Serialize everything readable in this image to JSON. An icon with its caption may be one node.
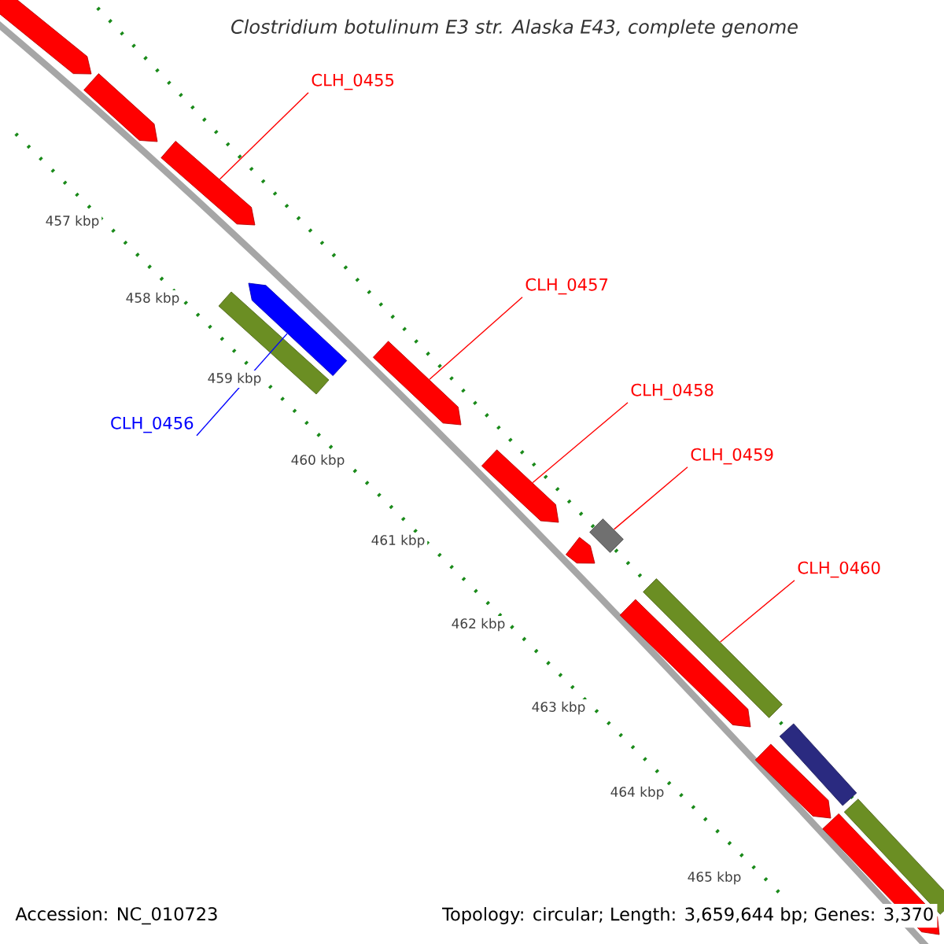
{
  "diagram": {
    "title": "*Clostridium botulinum* *E3 str. Alaska E43, complete genome*",
    "nodes": [
      {
        "text": [
          "CLH_0455"
        ]
      },
      {
        "text": [
          "CLH_0457"
        ]
      },
      {
        "text": [
          "CLH_0458"
        ]
      },
      {
        "text": [
          "CLH_0456"
        ]
      },
      {
        "text": [
          "CLH_0459"
        ]
      },
      {
        "text": [
          "CLH_0460"
        ]
      },
      {
        "text": [],
        "shape": "arrow"
      },
      {
        "text": [],
        "shape": "arrow"
      },
      {
        "text": [],
        "shape": "arrow"
      },
      {
        "text": [],
        "shape": "arrow"
      },
      {
        "text": [],
        "shape": "bar"
      },
      {
        "text": [],
        "shape": "arrow"
      },
      {
        "text": [],
        "shape": "arrow"
      },
      {
        "text": [],
        "shape": "bar"
      },
      {
        "text": [],
        "shape": "arrow"
      },
      {
        "text": [],
        "shape": "bar"
      },
      {
        "text": [],
        "shape": "arrow"
      },
      {
        "text": [],
        "shape": "bar"
      },
      {
        "text": [],
        "shape": "arrow"
      },
      {
        "text": [],
        "shape": "bar"
      },
      {
        "text": [],
        "shape": "arrow"
      }
    ],
    "edges": [
      {
        "from": 0,
        "to": 8,
        "arrow": "none"
      },
      {
        "from": 1,
        "to": 11,
        "arrow": "none"
      },
      {
        "from": 2,
        "to": 12,
        "arrow": "none"
      },
      {
        "from": 3,
        "to": 9,
        "arrow": "none",
        "color": "#0000ff"
      },
      {
        "from": 4,
        "to": 13,
        "arrow": "none"
      },
      {
        "from": 5,
        "to": 15,
        "arrow": "none"
      }
    ],
    "labels": [
      "457 kbp",
      "458 kbp",
      "459 kbp",
      "460 kbp",
      "461 kbp",
      "462 kbp",
      "463 kbp",
      "464 kbp",
      "465 kbp",
      "Accession: NC_010723",
      "Topology: circular; Length: 3,659,644 bp; Genes: 3,370"
    ]
  }
}
